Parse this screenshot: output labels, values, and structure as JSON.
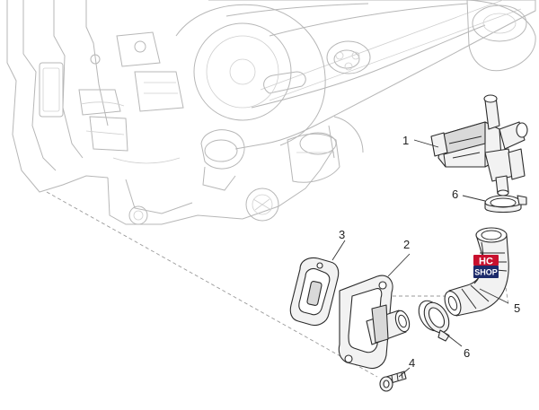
{
  "diagram": {
    "callouts": [
      {
        "id": "1",
        "label": "1"
      },
      {
        "id": "2",
        "label": "2"
      },
      {
        "id": "3",
        "label": "3"
      },
      {
        "id": "4",
        "label": "4"
      },
      {
        "id": "5",
        "label": "5"
      },
      {
        "id": "6a",
        "label": "6"
      },
      {
        "id": "6b",
        "label": "6"
      }
    ]
  },
  "logo": {
    "line1": "HC",
    "line2": "SHOP",
    "colors": {
      "top": "#c8102e",
      "bottom": "#1c2a6b",
      "text": "#ffffff"
    }
  }
}
